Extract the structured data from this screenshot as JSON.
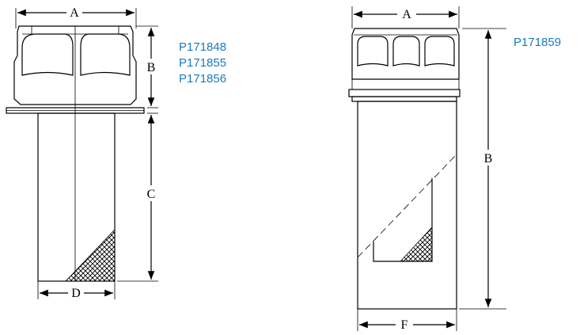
{
  "left_figure": {
    "dimensions": {
      "a": "A",
      "b": "B",
      "c": "C",
      "d": "D"
    },
    "part_numbers": [
      "P171848",
      "P171855",
      "P171856"
    ]
  },
  "right_figure": {
    "dimensions": {
      "a": "A",
      "b": "B",
      "f": "F"
    },
    "part_numbers": [
      "P171859"
    ]
  },
  "colors": {
    "part_number": "#1a7abf",
    "line": "#000000"
  }
}
